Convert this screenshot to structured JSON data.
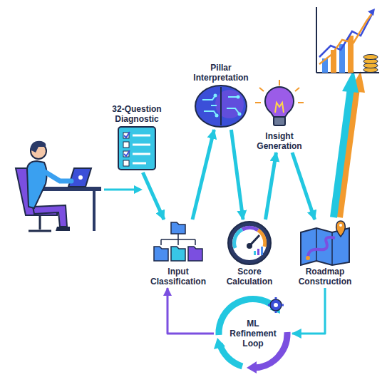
{
  "diagram": {
    "nodes": [
      {
        "text": [
          "32-Question Diagnostic"
        ]
      },
      {
        "text": [
          "Pillar Interpretation"
        ]
      },
      {
        "text": [
          "Insight Generation"
        ]
      },
      {
        "text": [
          "Input Classification"
        ]
      },
      {
        "text": [
          "Score Calculation"
        ]
      },
      {
        "text": [
          "Roadmap Construction"
        ]
      },
      {
        "text": [
          "ML Refinement Loop"
        ]
      }
    ],
    "edges": [
      {
        "from": 0,
        "to": 3,
        "arrow": "to"
      },
      {
        "from": 3,
        "to": 1,
        "arrow": "to"
      },
      {
        "from": 1,
        "to": 4,
        "arrow": "to"
      },
      {
        "from": 4,
        "to": 2,
        "arrow": "to"
      },
      {
        "from": 2,
        "to": 5,
        "arrow": "to"
      },
      {
        "from": 5,
        "to": 6,
        "arrow": "to"
      },
      {
        "from": 6,
        "to": 3,
        "arrow": "to"
      }
    ]
  }
}
